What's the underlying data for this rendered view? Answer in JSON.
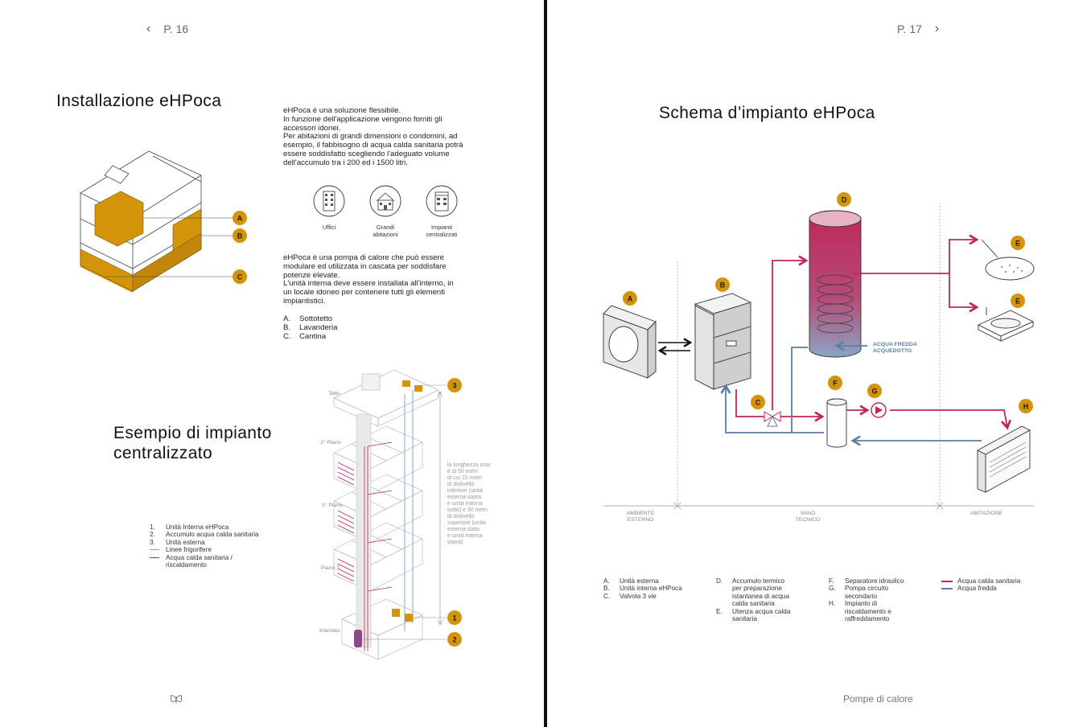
{
  "left": {
    "page_label": "P. 16",
    "title": "Installazione eHPoca",
    "intro_lines": [
      "eHPoca è una soluzione flessibile.",
      "In funzione dell'applicazione vengono forniti gli",
      "accessori idonei.",
      "Per abitazioni di grandi dimensioni o condomini, ad",
      "esempio, il fabbisogno di acqua calda sanitaria potrà",
      "essere soddisfatto scegliendo l'adeguato volume",
      "dell'accumulo tra i 200 ed i 1500 litri."
    ],
    "icons": [
      {
        "icon": "office-building-icon",
        "label": "Uffici"
      },
      {
        "icon": "house-icon",
        "label": "Grandi\nabitazioni"
      },
      {
        "icon": "apartment-block-icon",
        "label": "Impianti\ncentralizzati"
      }
    ],
    "body_lines": [
      "eHPoca è una pompa di calore che può essere",
      "modulare ed utilizzata in cascata per soddisfare",
      "potenze elevate.",
      "L'unità interna deve essere installata all'interno, in",
      "un locale idoneo per contenere tutti gli elementi",
      "impiantistici."
    ],
    "abc_list": [
      {
        "key": "A.",
        "text": "Sottotetto"
      },
      {
        "key": "B.",
        "text": "Lavanderia"
      },
      {
        "key": "C.",
        "text": "Cantina"
      }
    ],
    "house_badges": [
      "A",
      "B",
      "C"
    ],
    "title2_line1": "Esempio di impianto",
    "title2_line2": "centralizzato",
    "num_list": [
      {
        "key": "1.",
        "text": "Unità Interna eHPoca"
      },
      {
        "key": "2.",
        "text": "Accumulo acqua calda sanitaria"
      },
      {
        "key": "3.",
        "text": "Unità esterna"
      },
      {
        "key": "line-blue",
        "text": "Linee frigorifere"
      },
      {
        "key": "line-red",
        "text": "Acqua calda sanitaria /"
      },
      {
        "key": "",
        "text": "riscaldamento"
      }
    ],
    "floors": [
      "Tetto",
      "2° Piano",
      "1° Piano",
      "Piano T.",
      "Interrato"
    ],
    "building_badges": [
      "3",
      "1",
      "2"
    ],
    "length_note": [
      "la lunghezza max",
      "è di 50 metri",
      "di cui 15 metri",
      "di dislivello",
      "inferiore (unità",
      "esterna sopra",
      "e unità interna",
      "sotto) e 30 metri",
      "di dislivello",
      "superiore (unità",
      "esterna sotto",
      "e unità interna",
      "sopra)"
    ],
    "footer_icon": "butterfly-logo-icon"
  },
  "right": {
    "page_label": "P. 17",
    "title": "Schema d’impianto eHPoca",
    "schema_badges": [
      "A",
      "B",
      "C",
      "D",
      "E",
      "E",
      "F",
      "G",
      "H"
    ],
    "cold_water_label_1": "ACQUA FREDDA",
    "cold_water_label_2": "ACQUEDOTTO",
    "zones": [
      {
        "line1": "AMBIENTE",
        "line2": "ESTERNO"
      },
      {
        "line1": "VANO",
        "line2": "TECNICO"
      },
      {
        "line1": "ABITAZIONE",
        "line2": ""
      }
    ],
    "legend_col1": [
      {
        "key": "A.",
        "text": "Unità esterna"
      },
      {
        "key": "B.",
        "text": "Unità interna eHPoca"
      },
      {
        "key": "C.",
        "text": "Valvola 3 vie"
      }
    ],
    "legend_col2": [
      {
        "key": "D.",
        "text": "Accumulo termico"
      },
      {
        "key": "",
        "text": "per preparazione"
      },
      {
        "key": "",
        "text": "istantanea di acqua"
      },
      {
        "key": "",
        "text": "calda sanitaria"
      },
      {
        "key": "E.",
        "text": "Utenza acqua calda"
      },
      {
        "key": "",
        "text": "sanitaria"
      }
    ],
    "legend_col3": [
      {
        "key": "F.",
        "text": "Separatore idraulico"
      },
      {
        "key": "G.",
        "text": "Pompa circuito"
      },
      {
        "key": "",
        "text": "secondario"
      },
      {
        "key": "H.",
        "text": "Impianto di"
      },
      {
        "key": "",
        "text": "riscaldamento e"
      },
      {
        "key": "",
        "text": "raffreddamento"
      }
    ],
    "legend_lines": [
      {
        "text": "Acqua calda sanitaria",
        "color": "#c0265a"
      },
      {
        "text": "Acqua fredda",
        "color": "#5b7fa3"
      }
    ],
    "footer": "Pompe di calore"
  },
  "colors": {
    "accent": "#d3940a",
    "hot": "#c0265a",
    "cold": "#5b7fa3"
  }
}
